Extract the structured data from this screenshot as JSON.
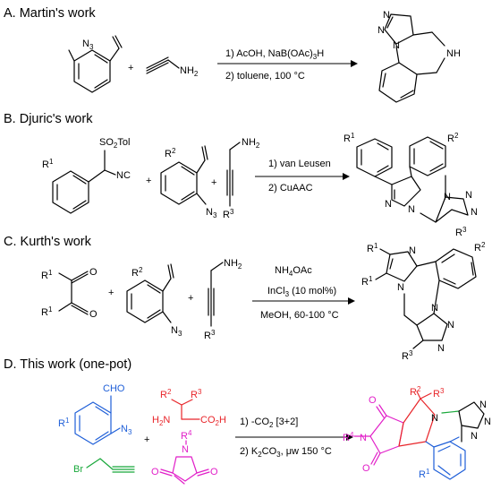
{
  "sections": [
    {
      "heading": "A. Martin's work",
      "conditions": [
        "1) AcOH, NaB(OAc)",
        "2) toluene, 100 °C"
      ]
    },
    {
      "heading": "B. Djuric's work",
      "conditions": [
        "1) van Leusen",
        "2) CuAAC"
      ]
    },
    {
      "heading": "C. Kurth's work",
      "conditions": [
        "NH",
        "InCl",
        "MeOH, 60-100 °C"
      ]
    },
    {
      "heading": "D. This work (one-pot)",
      "conditions": [
        "1)  -CO",
        "2) K",
        "CO",
        ", μw 150 °C"
      ]
    }
  ],
  "colors": {
    "blue": "#1f5fd8",
    "red": "#e8252a",
    "green": "#18a83a",
    "magenta": "#e11ec8"
  }
}
